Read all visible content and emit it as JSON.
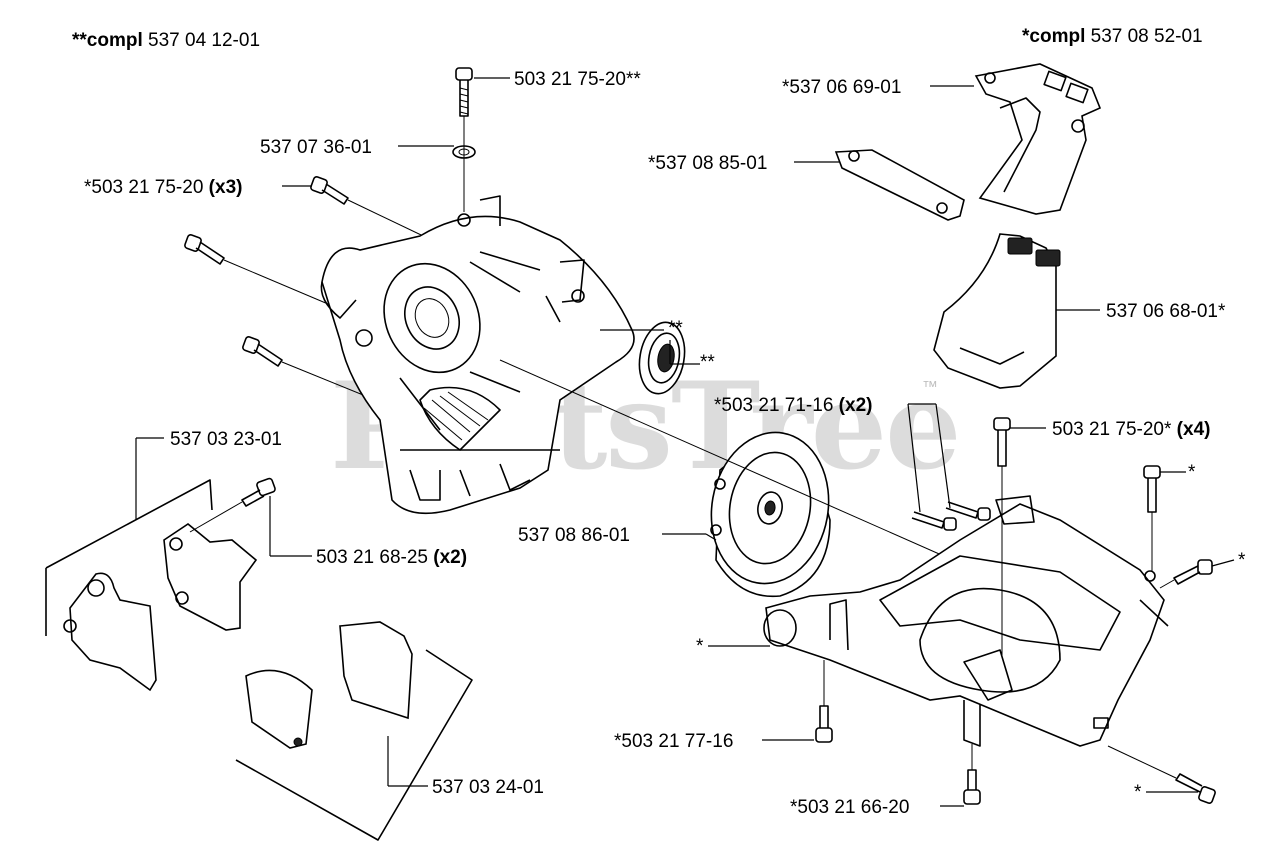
{
  "headers": {
    "left_prefix": "**compl",
    "left_number": " 537 04 12-01",
    "right_prefix": "*compl",
    "right_number": " 537 08 52-01"
  },
  "watermark": {
    "text": "PartsTree",
    "trademark": "™"
  },
  "callouts": {
    "screw_top": "503 21 75-20**",
    "washer": "537 07 36-01",
    "screws_x3_num": "*503 21 75-20 ",
    "screws_x3_qty": "(x3)",
    "housing_left_mark": "**",
    "bearing_mark": "**",
    "bracket_upper": "537 03 23-01",
    "screw_x2_left_num": "503 21 68-25 ",
    "screw_x2_left_qty": "(x2)",
    "bracket_lower": "537 03 24-01",
    "pulley": "537 08 86-01",
    "gasket_top": "*537 06 69-01",
    "gasket_small": "*537 08 85-01",
    "cover_shield": "537 06 68-01*",
    "screws_x2_right_num": "*503 21 71-16 ",
    "screws_x2_right_qty": "(x2)",
    "screws_x4_num": "503 21 75-20* ",
    "screws_x4_qty": "(x4)",
    "mark_right_screw_top": "*",
    "mark_right_screw_side": "*",
    "mark_crankcase_left": "*",
    "screw_bottom_left": "*503 21 77-16",
    "screw_bottom": "*503 21 66-20",
    "mark_bottom_right": "*"
  }
}
